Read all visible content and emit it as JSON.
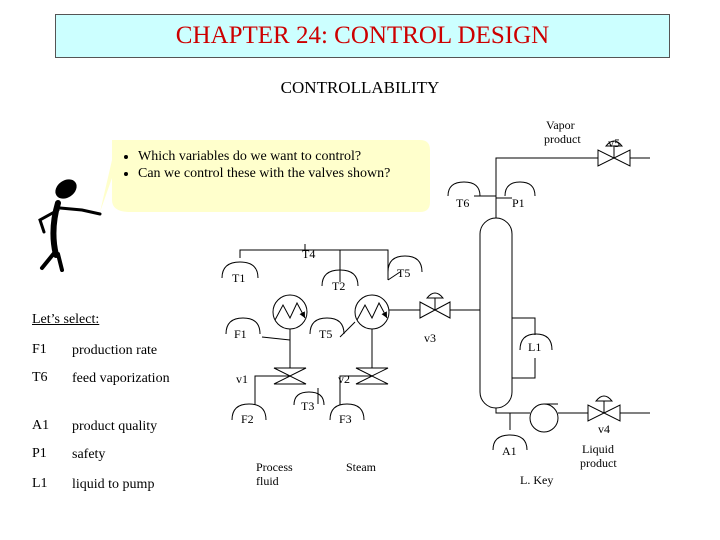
{
  "header": {
    "title": "CHAPTER 24: CONTROL DESIGN",
    "subtitle": "CONTROLLABILITY"
  },
  "callout": {
    "bullets": [
      "Which variables do we want to control?",
      "Can we control these with the valves shown?"
    ]
  },
  "selection": {
    "heading": "Let’s select:",
    "rows": [
      {
        "code": "F1",
        "desc": "production rate"
      },
      {
        "code": "T6",
        "desc": "feed vaporization"
      },
      {
        "code": "A1",
        "desc": "product quality"
      },
      {
        "code": "P1",
        "desc": "safety"
      },
      {
        "code": "L1",
        "desc": "liquid to pump"
      }
    ]
  },
  "diagram": {
    "sensors": {
      "t4": "T4",
      "t1": "T1",
      "t2": "T2",
      "t5a": "T5",
      "f1": "F1",
      "t5b": "T5",
      "t3": "T3",
      "f2": "F2",
      "f3": "F3",
      "t6": "T6",
      "p1": "P1",
      "l1": "L1",
      "a1": "A1"
    },
    "valves": {
      "v1": "v1",
      "v2": "v2",
      "v3": "v3",
      "v4": "v4",
      "v5": "v5"
    },
    "labels": {
      "vapor_product_1": "Vapor",
      "vapor_product_2": "product",
      "liquid_product_1": "Liquid",
      "liquid_product_2": "product",
      "process_fluid_1": "Process",
      "process_fluid_2": "fluid",
      "steam": "Steam",
      "key": "L. Key"
    }
  },
  "colors": {
    "title_bg": "#ccffff",
    "title_text": "#cc0000",
    "callout_bg": "#ffffcc"
  }
}
